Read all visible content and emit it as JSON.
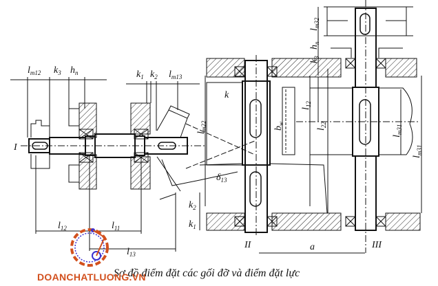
{
  "diagram": {
    "labels": {
      "shaft_1": "I",
      "shaft_2": "II",
      "shaft_3": "III",
      "lm12": "l",
      "lm12_sub": "m12",
      "k3": "k",
      "k3_sub": "3",
      "hn": "h",
      "hn_sub": "n",
      "k1": "k",
      "k1_sub": "1",
      "k2": "k",
      "k2_sub": "2",
      "lm13": "l",
      "lm13_sub": "m13",
      "k": "k",
      "lm22": "l",
      "lm22_sub": "m22",
      "bw": "b",
      "bw_sub": "w",
      "l12_right": "l",
      "l12_right_sub": "12",
      "l22": "l",
      "l22_sub": "22",
      "lm31": "l",
      "lm31_sub": "m31",
      "l31": "l",
      "l31_sub": "m31",
      "lm32": "l",
      "lm32_sub": "m32",
      "hn_top": "h",
      "hn_top_sub": "n",
      "k3_top": "k",
      "k3_top_sub": "3",
      "delta13": "δ",
      "delta13_sub": "13",
      "k1_bottom": "k",
      "k1_bottom_sub": "1",
      "k2_bottom": "k",
      "k2_bottom_sub": "2",
      "l12": "l",
      "l12_sub": "12",
      "l11": "l",
      "l11_sub": "11",
      "l13": "l",
      "l13_sub": "13",
      "a": "a"
    },
    "caption": "Sơ đồ điểm đặt các gối đỡ và điểm đặt lực"
  },
  "logo": {
    "text": "DOANCHATLUONG.VN",
    "color": "#d2501e",
    "accent": "#3a2fd0"
  }
}
